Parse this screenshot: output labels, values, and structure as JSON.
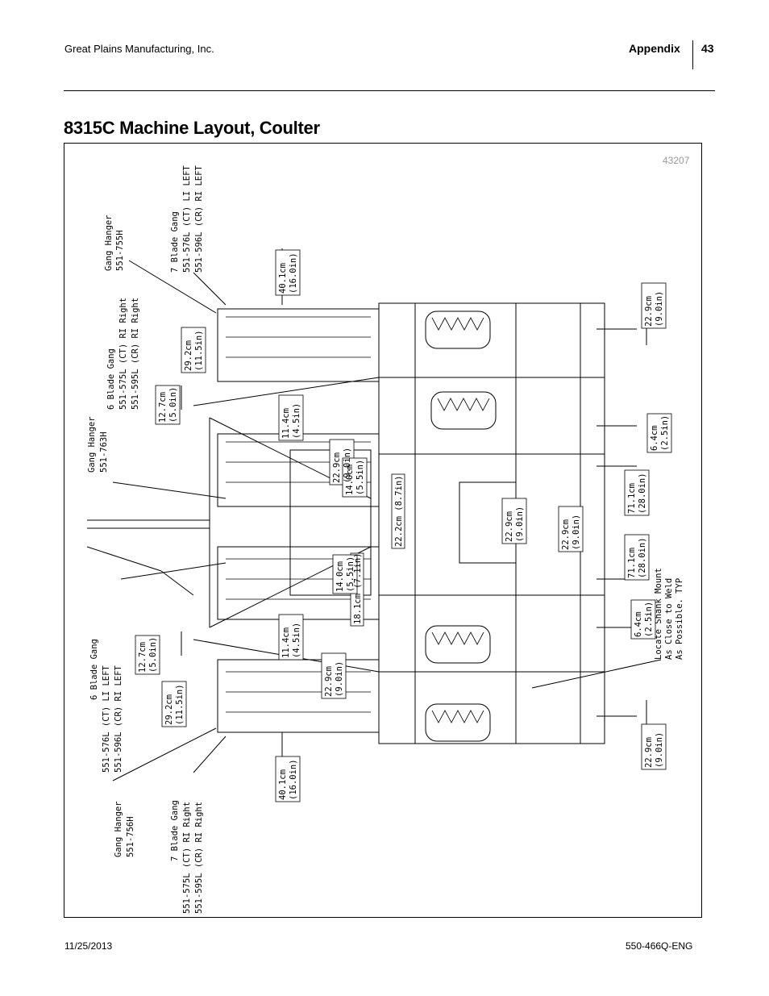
{
  "header": {
    "company": "Great Plains Manufacturing, Inc.",
    "section": "Appendix",
    "page": "43"
  },
  "title": "8315C Machine Layout, Coulter",
  "figure": {
    "number": "43207",
    "labels": {
      "gang_hanger_755h": [
        "Gang Hanger",
        "551-755H"
      ],
      "blade7_top": [
        "7 Blade Gang",
        "551-576L (CT) LI LEFT",
        "551-596L (CR) RI LEFT"
      ],
      "blade6_top": [
        "6 Blade Gang",
        "551-575L (CT) RI Right",
        "551-595L (CR) RI Right"
      ],
      "gang_hanger_763h": [
        "Gang Hanger",
        "551-763H"
      ],
      "blade6_bottom": [
        "6 Blade Gang",
        "551-576L (CT) LI LEFT",
        "551-596L (CR) RI LEFT"
      ],
      "gang_hanger_756h": [
        "Gang Hanger",
        "551-756H"
      ],
      "blade7_bottom": [
        "7 Blade Gang",
        "551-575L (CT) RI Right",
        "551-595L (CR) RI Right"
      ],
      "shank_note": [
        "Locate Shank Mount",
        "As Close to Weld",
        "As Possible. TYP"
      ]
    },
    "dims": {
      "d401_top": [
        "40.1cm",
        "(16.0in)"
      ],
      "d292_top": [
        "29.2cm",
        "(11.5in)"
      ],
      "d127_top": [
        "12.7cm",
        "(5.0in)"
      ],
      "d114_top": [
        "11.4cm",
        "(4.5in)"
      ],
      "d229_a": [
        "22.9cm",
        "(9.0in)"
      ],
      "d140_a": [
        "14.0cm",
        "(5.5in)"
      ],
      "d222": "22.2cm (8.7in)",
      "d181": "18.1cm (7.1in)",
      "d140_b": [
        "14.0cm",
        "(5.5in)"
      ],
      "d114_bot": [
        "11.4cm",
        "(4.5in)"
      ],
      "d229_b": [
        "22.9cm",
        "(9.0in)"
      ],
      "d127_bot": [
        "12.7cm",
        "(5.0in)"
      ],
      "d292_bot": [
        "29.2cm",
        "(11.5in)"
      ],
      "d401_bot": [
        "40.1cm",
        "(16.0in)"
      ],
      "d229_mid1": [
        "22.9cm",
        "(9.0in)"
      ],
      "d229_mid2": [
        "22.9cm",
        "(9.0in)"
      ],
      "d229_rt_top": [
        "22.9cm",
        "(9.0in)"
      ],
      "d64_top": [
        "6.4cm",
        "(2.5in)"
      ],
      "d711_top": [
        "71.1cm",
        "(28.0in)"
      ],
      "d711_bot": [
        "71.1cm",
        "(28.0in)"
      ],
      "d64_bot": [
        "6.4cm",
        "(2.5in)"
      ],
      "d229_rt_bot": [
        "22.9cm",
        "(9.0in)"
      ]
    }
  },
  "footer": {
    "date": "11/25/2013",
    "doc": "550-466Q-ENG"
  }
}
